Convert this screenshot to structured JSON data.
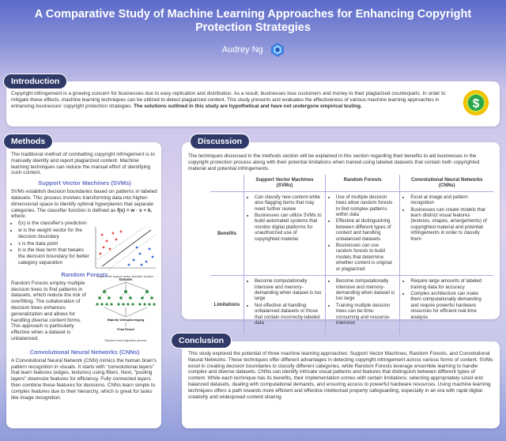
{
  "header": {
    "title": "A Comparative Study of Machine Learning Approaches for Enhancing Copyright Protection Strategies",
    "author": "Audrey Ng"
  },
  "introduction": {
    "label": "Introduction",
    "text": "Copyright infringement is a growing concern for businesses due to easy replication and distribution. As a result, businesses lose customers and money to their plagiarized counterparts. In order to mitigate these effects, machine learning techniques can be utilized to detect plagiarized content. This study presents and evaluates the effectiveness of various machine learning approaches in enhancing businesses' copyright protection strategies.",
    "emphasis": "The solutions outlined in this study are hypothetical and have not undergone empirical testing."
  },
  "methods": {
    "label": "Methods",
    "intro": "The traditional method of combatting copyright infringement is to manually identify and report plagiarized content. Machine learning techniques can reduce the manual effort of identifying such content.",
    "svm": {
      "heading": "Support Vector Machines (SVMs)",
      "text": "SVMs establish decision boundaries based on patterns in labeled datasets. This process involves transforming data into higher-dimensional space to identify optimal hyperplanes that separate categories. The classifier function is defined as",
      "formula": "f(x) = w · x + b",
      "where": ", where:",
      "bullets": [
        "f(x) is the classifier's prediction",
        "w is the weight vector for the decision boundary",
        "x is the data point",
        "b is the bias term that tweaks the decision boundary for better category separation"
      ],
      "graph_caption": "Graph of the support vector classifier function"
    },
    "rf": {
      "heading": "Random Forests",
      "text": "Random Forests employ multiple decision trees to find patterns in datasets, which reduce the risk of overfitting. The collaboration of decision trees enhances generalization and allows for handling diverse content forms. This approach is particularly effective when a dataset is unbalanced.",
      "diagram_title": "Dataset",
      "diagram_result": "Majority Voting/Averaging",
      "diagram_final": "Final Result",
      "diagram_caption": "Random forest algorithm process"
    },
    "cnn": {
      "heading": "Convolutional Neural Networks (CNNs)",
      "text": "A Convolutional Neural Network (CNN) mimics the human brain's pattern recognition in visuals. It starts with \"convolutional layers\" that learn features (edges, textures) using filters. Next, \"pooling layers\" downsize features for efficiency. Fully connected layers then combine these features for decisions. CNNs learn simple to complex features due to their hierarchy, which is great for tasks like image recognition."
    }
  },
  "discussion": {
    "label": "Discussion",
    "intro": "The techniques discussed in the methods section will be explained in this section regarding their benefits to aid businesses in the copyright protection process along with their potential limitations when trained using labeled datasets that contain both copyrighted material and potential infringements.",
    "columns": [
      "Support Vector Machines (SVMs)",
      "Random Forests",
      "Convolutional Neural Networks (CNNs)"
    ],
    "rows": [
      {
        "label": "Benefits",
        "cells": [
          [
            "Can classify new content while also flagging items that may need further review",
            "Businesses can utilize SVMs to build automated systems that monitor digital platforms for unauthorized use of copyrighted material"
          ],
          [
            "Use of multiple decision trees allow random forests to find complex patterns within data",
            "Effective at distinguishing between different types of content and handling unbalanced datasets",
            "Businesses can use random forests to build models that determine whether content is original or plagiarized"
          ],
          [
            "Excel at image and pattern recognition",
            "Businesses can create models that learn distinct visual features (textures, shapes, arrangements) of copyrighted material and potential infringements in order to classify them"
          ]
        ]
      },
      {
        "label": "Limitations",
        "cells": [
          [
            "Become computationally intensive and memory-demanding when dataset is too large",
            "Not effective at handling unbalanced datasets or those that contain incorrectly-labeled data"
          ],
          [
            "Become computationally intensive and memory-demanding when dataset is too large",
            "Training multiple decision trees can be time-consuming and resource-intensive"
          ],
          [
            "Require large amounts of labeled training data for accuracy",
            "Complex architecture can make them computationally demanding and require powerful hardware resources for efficient real-time analysis"
          ]
        ]
      }
    ]
  },
  "conclusion": {
    "label": "Conclusion",
    "text": "This study explored the potential of three machine learning approaches: Support Vector Machines, Random Forests, and Convolutional Neural Networks. These techniques offer different advantages in detecting copyright infringement across various forms of content. SVMs excel in creating decision boundaries to classify different categories, while Random Forests leverage ensemble learning to handle complex and diverse datasets. CNNs can identify intricate visual patterns and features that distinguish between different types of content. While each technique has its benefits, their implementation comes with certain limitations: selecting appropriately sized and balanced datasets, dealing with computational demands, and ensuring access to powerful hardware resources. Using machine learning techniques offers a path towards more efficient and effective intellectual property safeguarding, especially in an era with rapid digital creativity and widespread content sharing."
  },
  "colors": {
    "accent": "#6270c8",
    "tag": "#2f3a69",
    "orange": "#e06a2a",
    "border": "#b9a6e6"
  }
}
